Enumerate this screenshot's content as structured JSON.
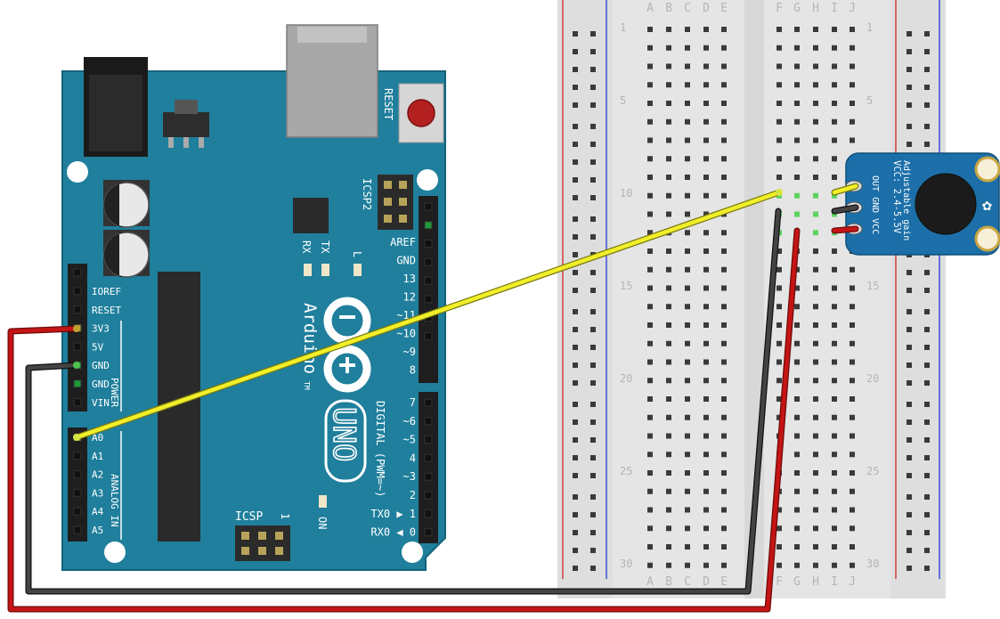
{
  "colors": {
    "board": "#1f7f9c",
    "board_dark": "#166a83",
    "breadboard": "#e4e4e4",
    "rail_red": "#d23b3b",
    "rail_blue": "#3b4fd2",
    "wire_yellow": "#f0ef2a",
    "wire_red": "#c41414",
    "wire_black": "#333333",
    "sensor": "#1c6fa8",
    "hole": "#3a3a3a",
    "hole_active": "#5fd35f"
  },
  "arduino": {
    "reset": "RESET",
    "icsp2": "ICSP2",
    "icsp": "ICSP",
    "icsp_pin1": "1",
    "rx": "RX",
    "tx": "TX",
    "l": "L",
    "brand": "Arduino",
    "tm": "TM",
    "uno": "UNO",
    "on": "ON",
    "digital": "DIGITAL (PWM=~)",
    "power": "POWER",
    "analog": "ANALOG IN",
    "power_pins": [
      "IOREF",
      "RESET",
      "3V3",
      "5V",
      "GND",
      "GND",
      "VIN"
    ],
    "analog_pins": [
      "A0",
      "A1",
      "A2",
      "A3",
      "A4",
      "A5"
    ],
    "top_header_pins": [
      "AREF",
      "GND",
      "13",
      "12",
      "~11",
      "~10",
      "~9",
      "8"
    ],
    "bottom_header_pins": [
      "7",
      "~6",
      "~5",
      "4",
      "~3",
      "2",
      "TX0 ▶ 1",
      "RX0 ◀ 0"
    ]
  },
  "breadboard": {
    "columns_left": [
      "A",
      "B",
      "C",
      "D",
      "E"
    ],
    "columns_right": [
      "F",
      "G",
      "H",
      "I",
      "J"
    ],
    "row_numbers": [
      "1",
      "5",
      "10",
      "15",
      "20",
      "25",
      "30"
    ]
  },
  "sensor": {
    "line1": "VCC: 2.4-5.5V",
    "line2": "Adjustable gain",
    "pins": "OUT GND VCC"
  }
}
